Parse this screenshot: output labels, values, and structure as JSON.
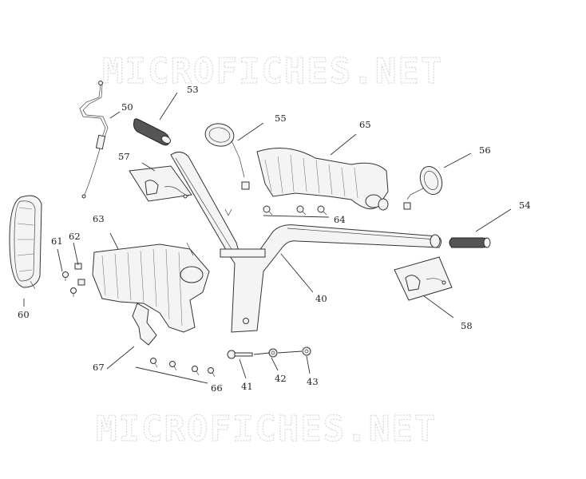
{
  "watermark": {
    "text": "MICROFICHES.NET",
    "color": "#d8d8d8"
  },
  "callouts": {
    "c40": "40",
    "c41": "41",
    "c42": "42",
    "c43": "43",
    "c50": "50",
    "c53": "53",
    "c54": "54",
    "c55": "55",
    "c56": "56",
    "c57": "57",
    "c58": "58",
    "c60": "60",
    "c61": "61",
    "c62": "62",
    "c63": "63",
    "c64": "64",
    "c65": "65",
    "c66": "66",
    "c67": "67"
  },
  "colors": {
    "line": "#333333",
    "grip": "#555555",
    "background": "#ffffff"
  }
}
